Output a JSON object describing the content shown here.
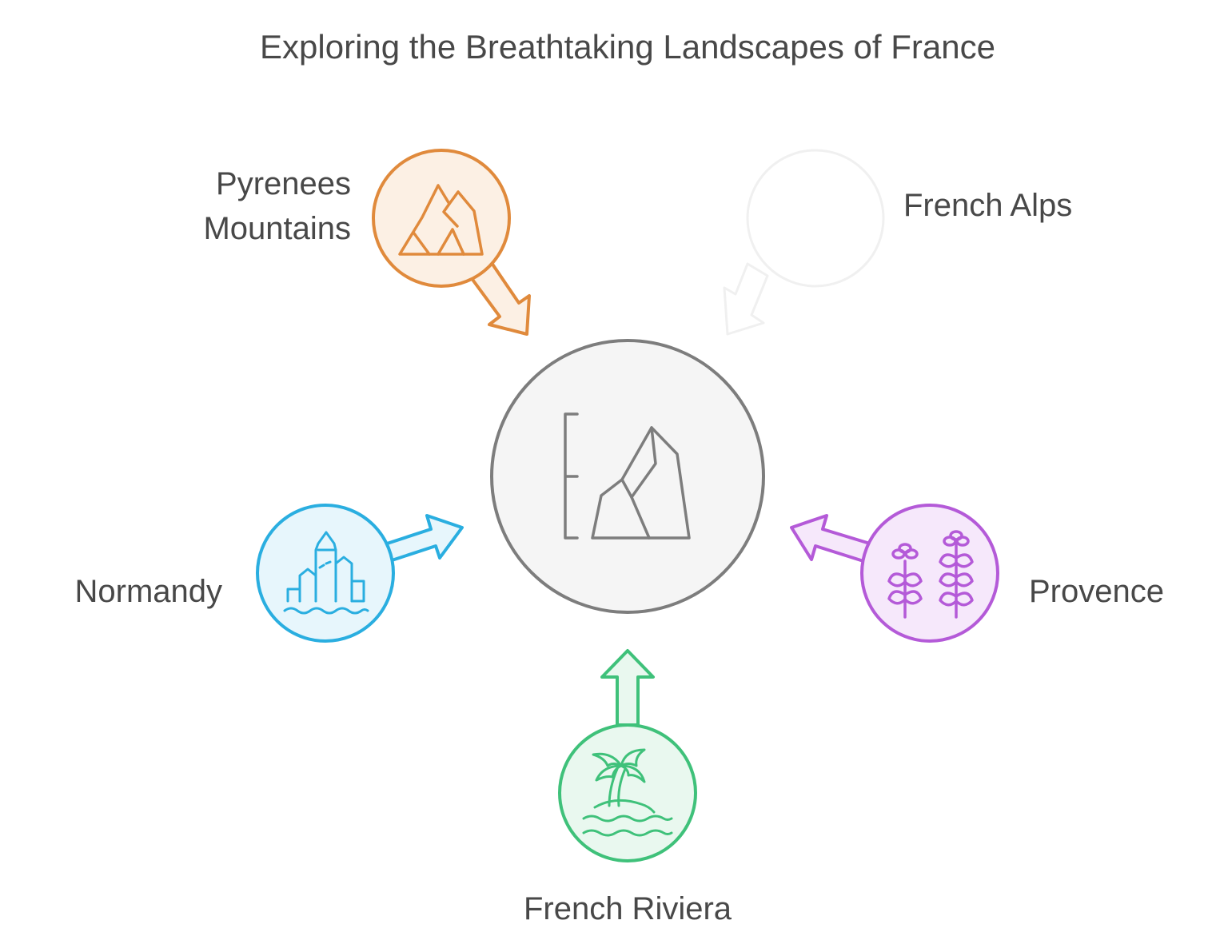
{
  "title": "Exploring the Breathtaking Landscapes of France",
  "center": {
    "icon": "cliff-mountain-icon",
    "stroke": "#7d7d7d",
    "fill": "#f5f5f5"
  },
  "nodes": [
    {
      "id": "pyrenees",
      "label_lines": [
        "Pyrenees",
        "Mountains"
      ],
      "icon": "mountain-peaks-icon",
      "color": "#e08a3c",
      "fill": "#fcf0e4"
    },
    {
      "id": "alps",
      "label_lines": [
        "French Alps"
      ],
      "icon": "faded-circle-icon",
      "color": "#f0f0f0",
      "fill": "#ffffff"
    },
    {
      "id": "normandy",
      "label_lines": [
        "Normandy"
      ],
      "icon": "castle-waves-icon",
      "color": "#2aaee0",
      "fill": "#e7f6fc"
    },
    {
      "id": "provence",
      "label_lines": [
        "Provence"
      ],
      "icon": "lavender-icon",
      "color": "#b45ad8",
      "fill": "#f6e8fb"
    },
    {
      "id": "riviera",
      "label_lines": [
        "French Riviera"
      ],
      "icon": "palm-island-icon",
      "color": "#3fc17a",
      "fill": "#e9f8ef"
    }
  ]
}
